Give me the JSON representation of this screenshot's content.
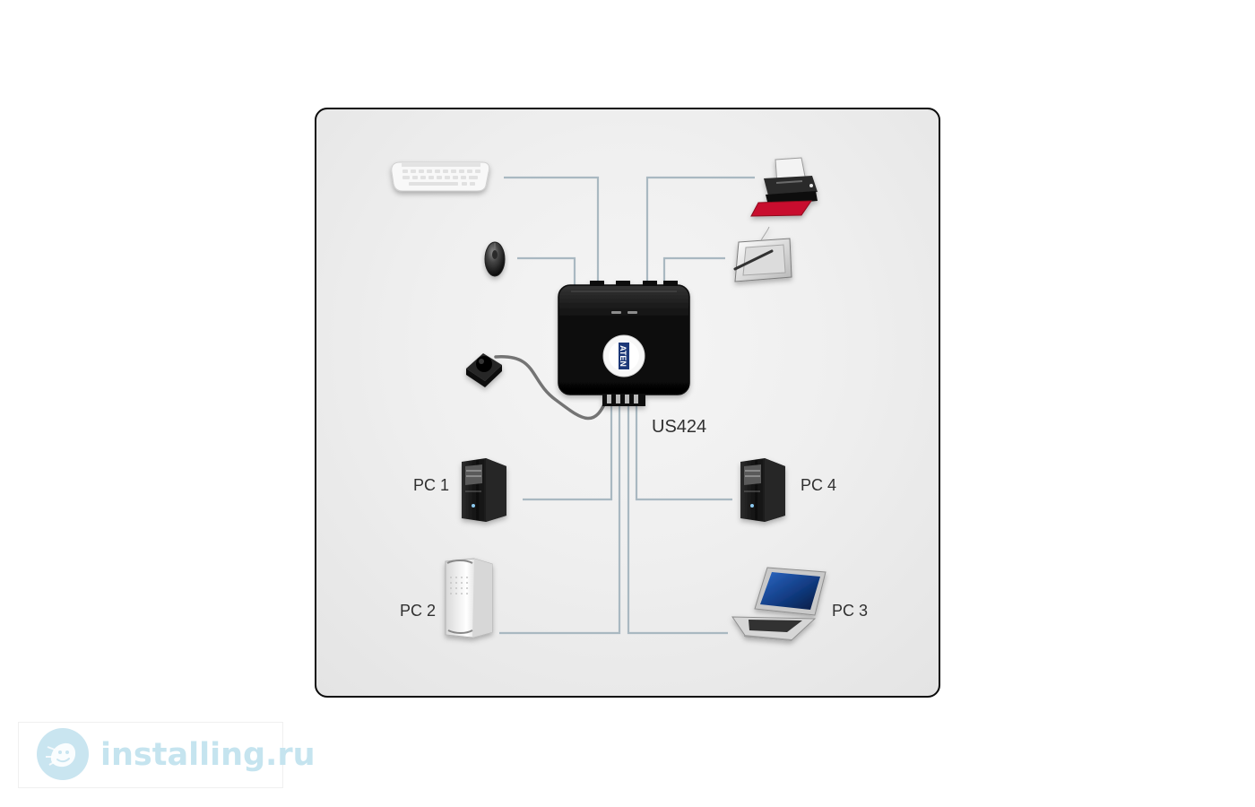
{
  "diagram": {
    "product_label": "US424",
    "device_brand": "ATEN",
    "computers": [
      {
        "label": "PC 1"
      },
      {
        "label": "PC 2"
      },
      {
        "label": "PC 3"
      },
      {
        "label": "PC 4"
      }
    ]
  },
  "watermark": {
    "text": "installing.ru"
  },
  "colors": {
    "connector_lines": "#a9b8c1",
    "switch_body": "#111111",
    "label_text": "#303030",
    "panel_border": "#0b0b0b",
    "watermark_text": "#c5e4ef",
    "printer_paper": "#c8102e"
  },
  "icons": [
    "keyboard-icon",
    "mouse-icon",
    "remote-button-icon",
    "printer-icon",
    "drawing-tablet-icon",
    "usb-kvm-switch-icon",
    "tower-pc-icon",
    "workstation-pc-icon",
    "laptop-icon"
  ]
}
